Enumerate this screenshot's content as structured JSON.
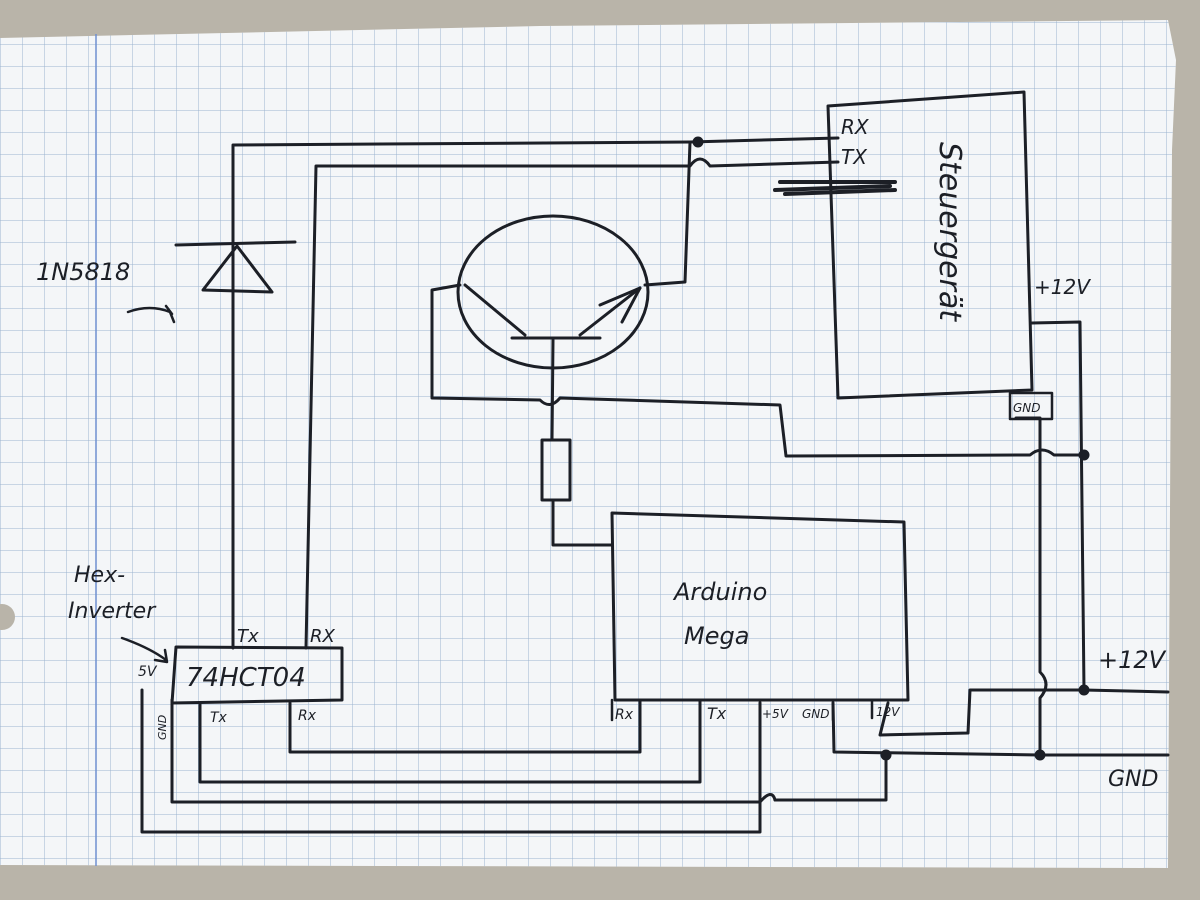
{
  "diagram": {
    "components": {
      "diode": {
        "label": "1N5818"
      },
      "inverter": {
        "caption_line1": "Hex-",
        "caption_line2": "Inverter",
        "chip": "74HCT04",
        "pin_tx_top": "Tx",
        "pin_rx_top": "RX",
        "pin_5v": "5V",
        "pin_gnd": "GND",
        "pin_tx_bottom": "Tx",
        "pin_rx_bottom": "Rx"
      },
      "controller": {
        "name": "Steuergerät",
        "pin_rx": "RX",
        "pin_tx": "TX",
        "pin_12v": "+12V",
        "pin_gnd": "GND"
      },
      "arduino": {
        "name_line1": "Arduino",
        "name_line2": "Mega",
        "pin_rx": "Rx",
        "pin_tx": "Tx",
        "pin_5v": "+5V",
        "pin_gnd": "GND",
        "pin_12v": "12V"
      }
    },
    "rails": {
      "supply": "+12V",
      "ground": "GND"
    },
    "colors": {
      "paper": "#f4f6f8",
      "grid": "#9cb4cf",
      "margin": "#6e8fd0",
      "ink": "#1c1f26"
    }
  }
}
